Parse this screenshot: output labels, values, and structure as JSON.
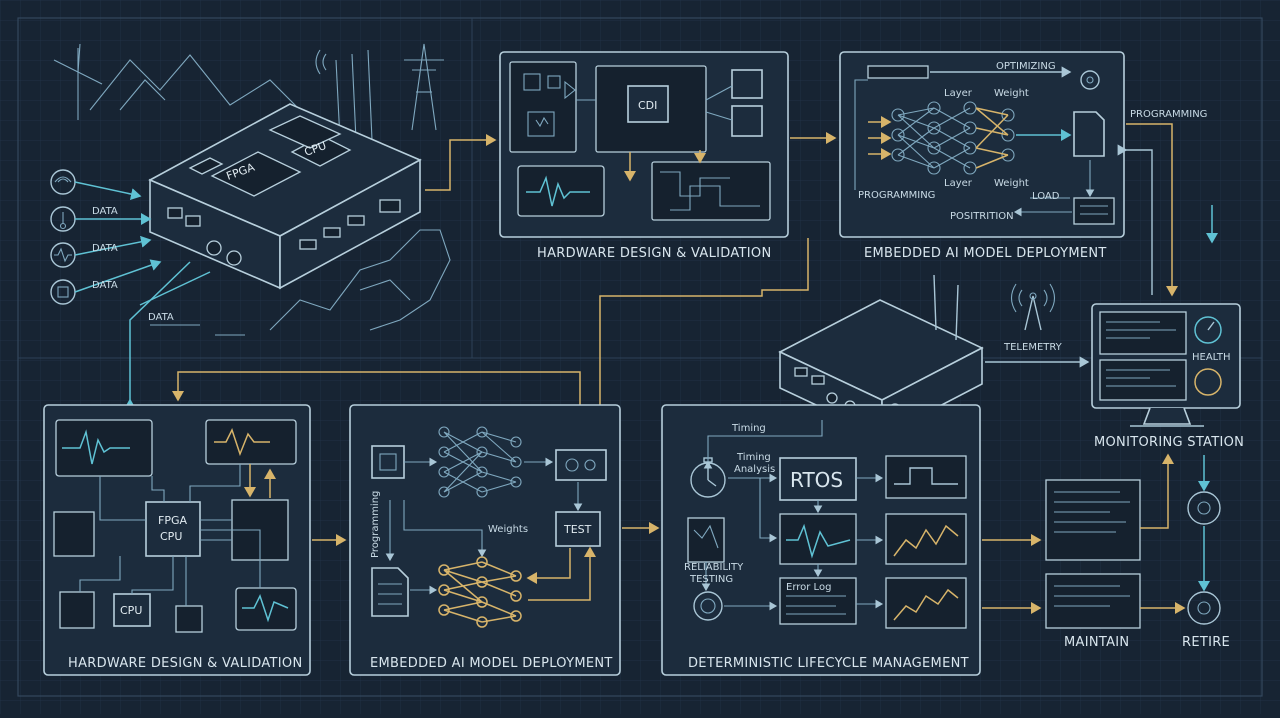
{
  "colors": {
    "background": "#172433",
    "line": "#a9c6d6",
    "cyan": "#5fc2d4",
    "gold": "#d7b46a"
  },
  "device": {
    "chip_fpga": "FPGA",
    "chip_cpu": "CPU",
    "inputs": [
      "DATA",
      "DATA",
      "DATA"
    ],
    "bottom_input": "DATA"
  },
  "top_panels": {
    "hw_title": "HARDWARE DESIGN & VALIDATION",
    "hw_chip": "CDI",
    "ai_title": "EMBEDDED AI MODEL DEPLOYMENT",
    "ai_labels": {
      "optimizing": "OPTIMIZING",
      "layer_top": "Layer",
      "weight_top": "Weight",
      "programming": "PROGRAMMING",
      "layer_bottom": "Layer",
      "weight_bottom": "Weight",
      "load": "LOAD",
      "position": "POSITRITION"
    },
    "programming_link": "PROGRAMMING"
  },
  "monitoring": {
    "telemetry": "TELEMETRY",
    "health": "HEALTH",
    "title": "MONITORING STATION",
    "maintain": "MAINTAIN",
    "retire": "RETIRE"
  },
  "bottom_panels": {
    "hw_title": "HARDWARE DESIGN & VALIDATION",
    "hw_chip_line1": "FPGA",
    "hw_chip_line2": "CPU",
    "hw_cpu": "CPU",
    "ai_title": "EMBEDDED AI MODEL DEPLOYMENT",
    "ai_programming": "Programming",
    "ai_weights": "Weights",
    "ai_test": "TEST",
    "det_title": "DETERMINISTIC LIFECYCLE MANAGEMENT",
    "timing": "Timing",
    "timing_analysis_1": "Timing",
    "timing_analysis_2": "Analysis",
    "rtos": "RTOS",
    "reliability_1": "RELIABILITY",
    "reliability_2": "TESTING",
    "error_log": "Error Log"
  }
}
